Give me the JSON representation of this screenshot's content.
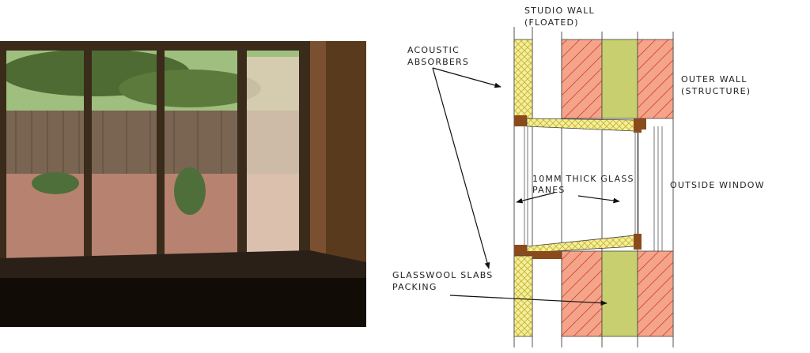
{
  "diagram": {
    "labels": {
      "studio_wall": [
        "STUDIO WALL",
        "(FLOATED)"
      ],
      "acoustic_absorbers": [
        "ACOUSTIC",
        "ABSORBERS"
      ],
      "outer_wall": [
        "OUTER WALL",
        "(STRUCTURE)"
      ],
      "glass_panes": [
        "10MM THICK GLASS",
        "PANES"
      ],
      "outside_window": [
        "OUTSIDE WINDOW"
      ],
      "glasswool_packing": [
        "GLASSWOOL SLABS",
        "PACKING"
      ]
    }
  },
  "colors": {
    "brick": "#f4a589",
    "glasswool": "#c8cf6e",
    "absorber": "#f4ef9a",
    "wood": "#8a4a1c"
  }
}
